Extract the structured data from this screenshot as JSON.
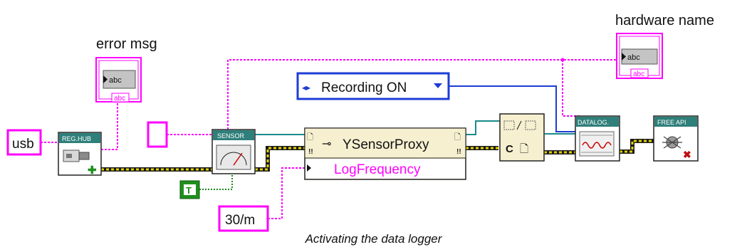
{
  "labels": {
    "error_msg": "error msg",
    "hardware_name": "hardware name"
  },
  "controls": {
    "usb": "usb",
    "frequency": "30/m",
    "bool_const": "T",
    "recording_enum": "Recording ON",
    "indicator_text": "abc"
  },
  "vis": {
    "reg_hub": "REG.HUB",
    "sensor": "SENSOR",
    "datalogger": "DATALOG.",
    "free_api": "FREE API"
  },
  "property_node": {
    "class": "YSensorProxy",
    "property": "LogFrequency"
  },
  "caption": "Activating the data logger",
  "colors": {
    "string_wire": "#ff00ff",
    "error_wire": "#c8b400",
    "enum_wire": "#1d3cd6",
    "refnum_wire": "#1a8a8a",
    "bool_wire": "#1a8a1a",
    "canvas": "#ffffff"
  }
}
